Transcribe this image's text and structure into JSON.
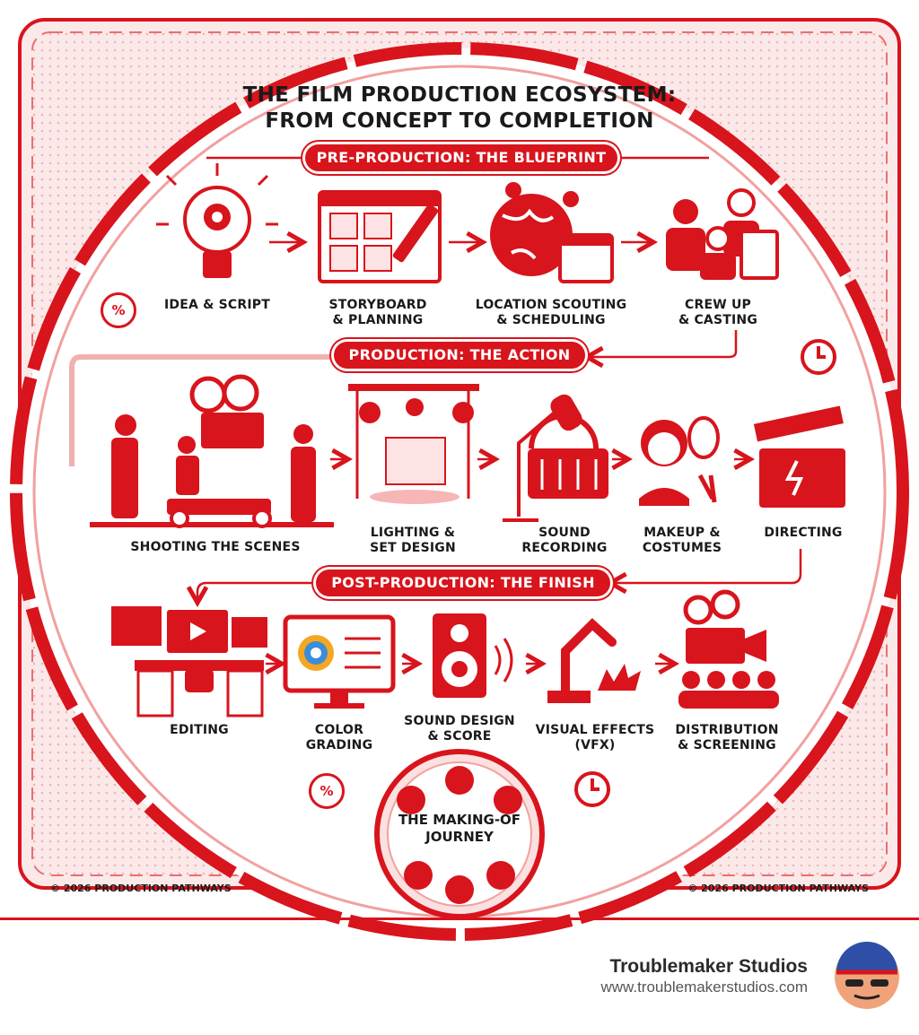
{
  "title": {
    "line1": "THE FILM PRODUCTION ECOSYSTEM:",
    "line2": "FROM CONCEPT TO COMPLETION"
  },
  "sections": {
    "pre": "PRE-PRODUCTION: THE BLUEPRINT",
    "production": "PRODUCTION: THE ACTION",
    "post": "POST-PRODUCTION: THE FINISH"
  },
  "steps": {
    "idea": "IDEA & SCRIPT",
    "storyboard": "STORYBOARD\n& PLANNING",
    "location": "LOCATION SCOUTING\n& SCHEDULING",
    "crew": "CREW UP\n& CASTING",
    "shooting": "SHOOTING THE SCENES",
    "lighting": "LIGHTING &\nSET DESIGN",
    "sound_rec": "SOUND\nRECORDING",
    "makeup": "MAKEUP &\nCOSTUMES",
    "directing": "DIRECTING",
    "editing": "EDITING",
    "color": "COLOR\nGRADING",
    "sound_design": "SOUND DESIGN\n& SCORE",
    "vfx": "VISUAL EFFECTS\n(VFX)",
    "distribution": "DISTRIBUTION\n& SCREENING"
  },
  "hub": "THE MAKING-OF\nJOURNEY",
  "copyright_left": "© 2026 PRODUCTION PATHWAYS",
  "copyright_right": "© 2026 PRODUCTION PATHWAYS",
  "icons": {
    "percent": "%"
  },
  "footer": {
    "name": "Troublemaker Studios",
    "url": "www.troublemakerstudios.com"
  },
  "colors": {
    "accent": "#d8141c",
    "dark": "#1a1a1a",
    "pink": "#f7d4d4"
  }
}
